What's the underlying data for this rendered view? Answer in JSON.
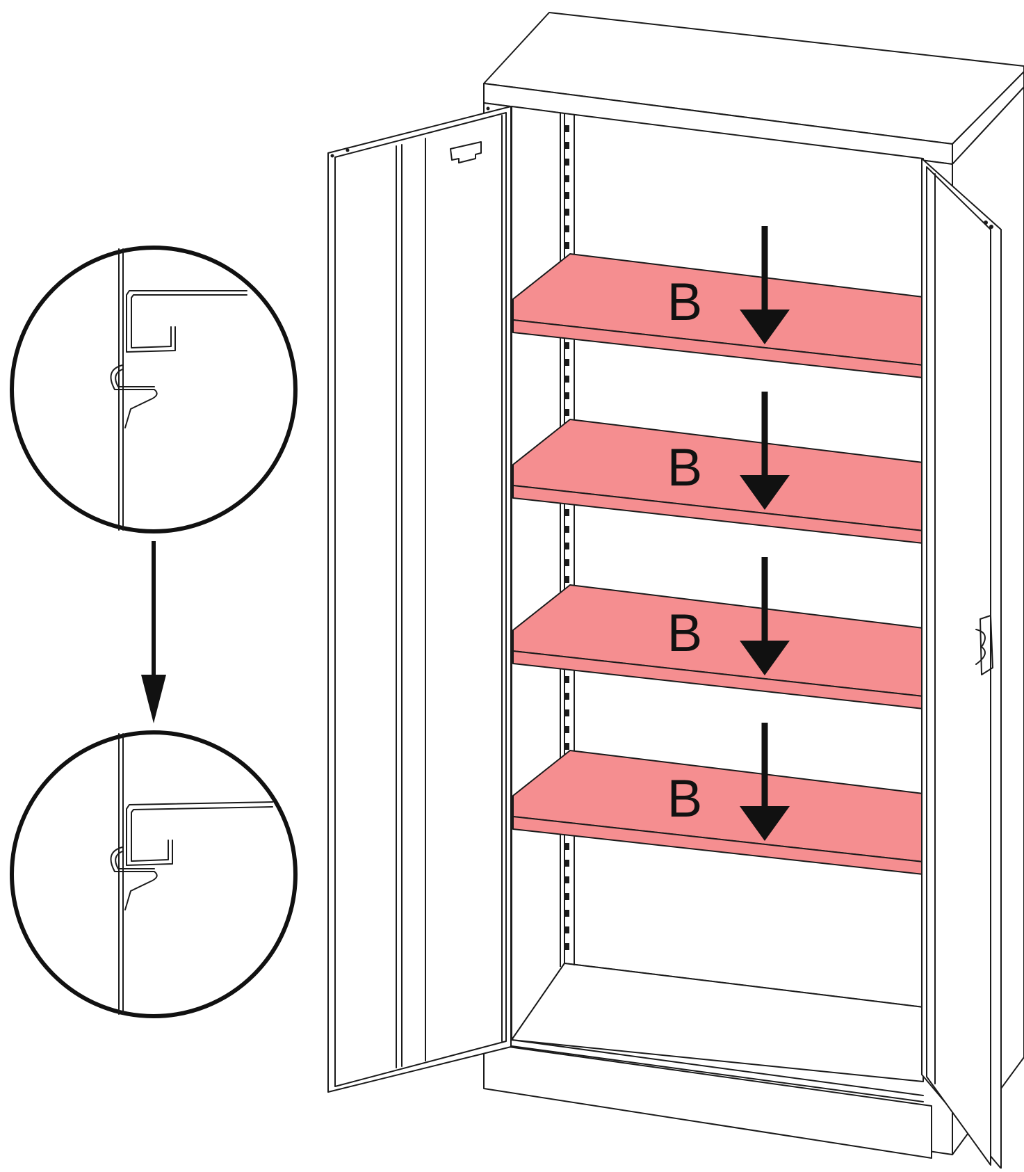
{
  "colors": {
    "shelf_fill": "#f58e90",
    "line": "#1a1a1a",
    "background": "#ffffff"
  },
  "shelves": [
    {
      "label": "B"
    },
    {
      "label": "B"
    },
    {
      "label": "B"
    },
    {
      "label": "B"
    }
  ],
  "detail_views": [
    {
      "state": "before",
      "icon": "shelf-clip-unhooked"
    },
    {
      "state": "after",
      "icon": "shelf-clip-hooked"
    }
  ],
  "icons": [
    "down-arrow-icon",
    "transition-arrow-icon"
  ]
}
